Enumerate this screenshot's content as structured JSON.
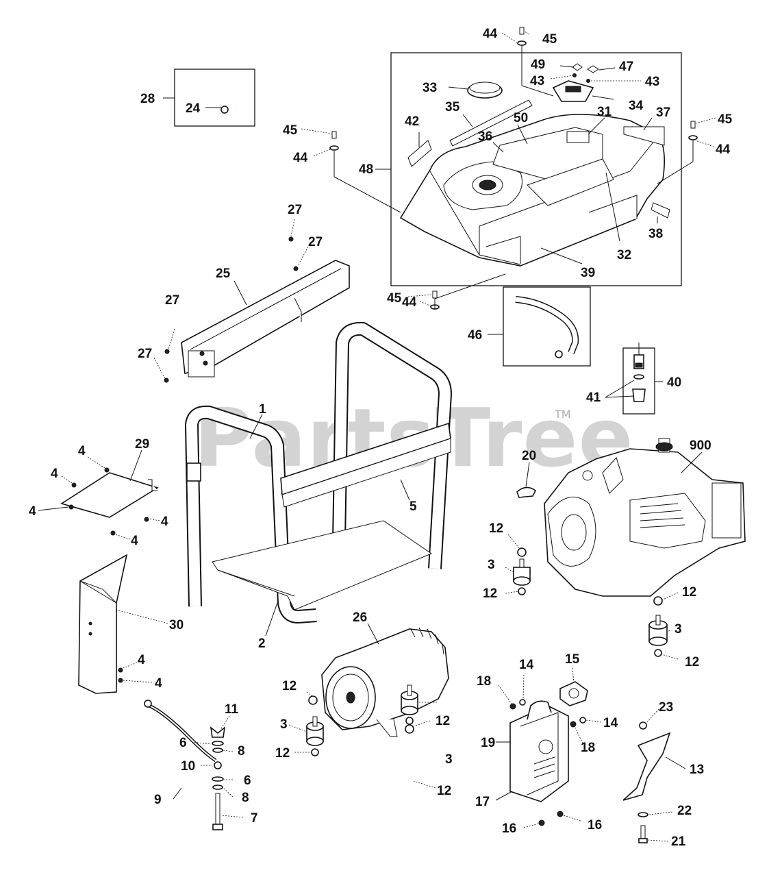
{
  "watermark": {
    "text": "PartsTree",
    "tm": "TM"
  },
  "callouts": {
    "c1": "1",
    "c2": "2",
    "c3a": "3",
    "c3b": "3",
    "c3c": "3",
    "c3d": "3",
    "c4a": "4",
    "c4b": "4",
    "c4c": "4",
    "c4d": "4",
    "c4e": "4",
    "c4f": "4",
    "c4g": "4",
    "c5": "5",
    "c6a": "6",
    "c6b": "6",
    "c7": "7",
    "c8a": "8",
    "c8b": "8",
    "c9": "9",
    "c10": "10",
    "c11": "11",
    "c12a": "12",
    "c12b": "12",
    "c12c": "12",
    "c12d": "12",
    "c12e": "12",
    "c12f": "12",
    "c12g": "12",
    "c12h": "12",
    "c13": "13",
    "c14a": "14",
    "c14b": "14",
    "c15": "15",
    "c16a": "16",
    "c16b": "16",
    "c17": "17",
    "c18a": "18",
    "c18b": "18",
    "c19": "19",
    "c20": "20",
    "c21": "21",
    "c22": "22",
    "c23": "23",
    "c24": "24",
    "c25": "25",
    "c26": "26",
    "c27a": "27",
    "c27b": "27",
    "c27c": "27",
    "c27d": "27",
    "c28": "28",
    "c29": "29",
    "c30": "30",
    "c31": "31",
    "c32": "32",
    "c33": "33",
    "c34": "34",
    "c35": "35",
    "c36": "36",
    "c37": "37",
    "c38": "38",
    "c39": "39",
    "c40": "40",
    "c41": "41",
    "c42": "42",
    "c43a": "43",
    "c43b": "43",
    "c44a": "44",
    "c44b": "44",
    "c44c": "44",
    "c44d": "44",
    "c45a": "45",
    "c45b": "45",
    "c45c": "45",
    "c45d": "45",
    "c46": "46",
    "c47": "47",
    "c48": "48",
    "c49": "49",
    "c50": "50",
    "c900": "900"
  }
}
